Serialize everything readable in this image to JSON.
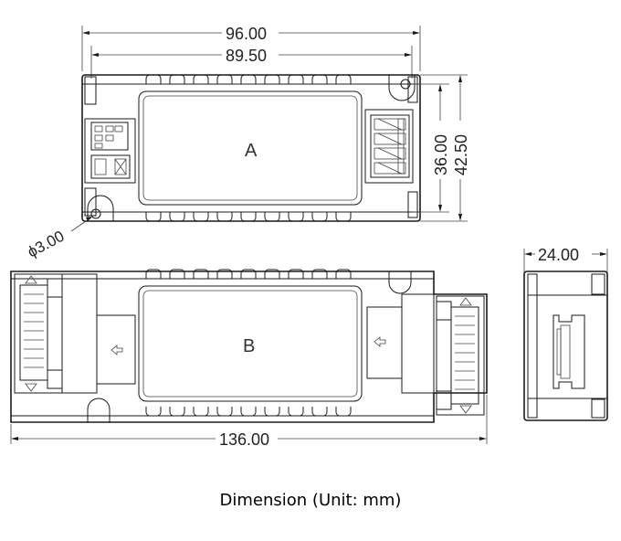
{
  "dimensions": {
    "top_overall_width": "96.00",
    "top_mount_width": "89.50",
    "top_inner_height": "36.00",
    "top_overall_height": "42.50",
    "hole_diameter": "ϕ3.00",
    "bottom_overall_width": "136.00",
    "side_depth": "24.00"
  },
  "labels": {
    "view_a": "A",
    "view_b": "B"
  },
  "caption": "Dimension (Unit:  mm)"
}
